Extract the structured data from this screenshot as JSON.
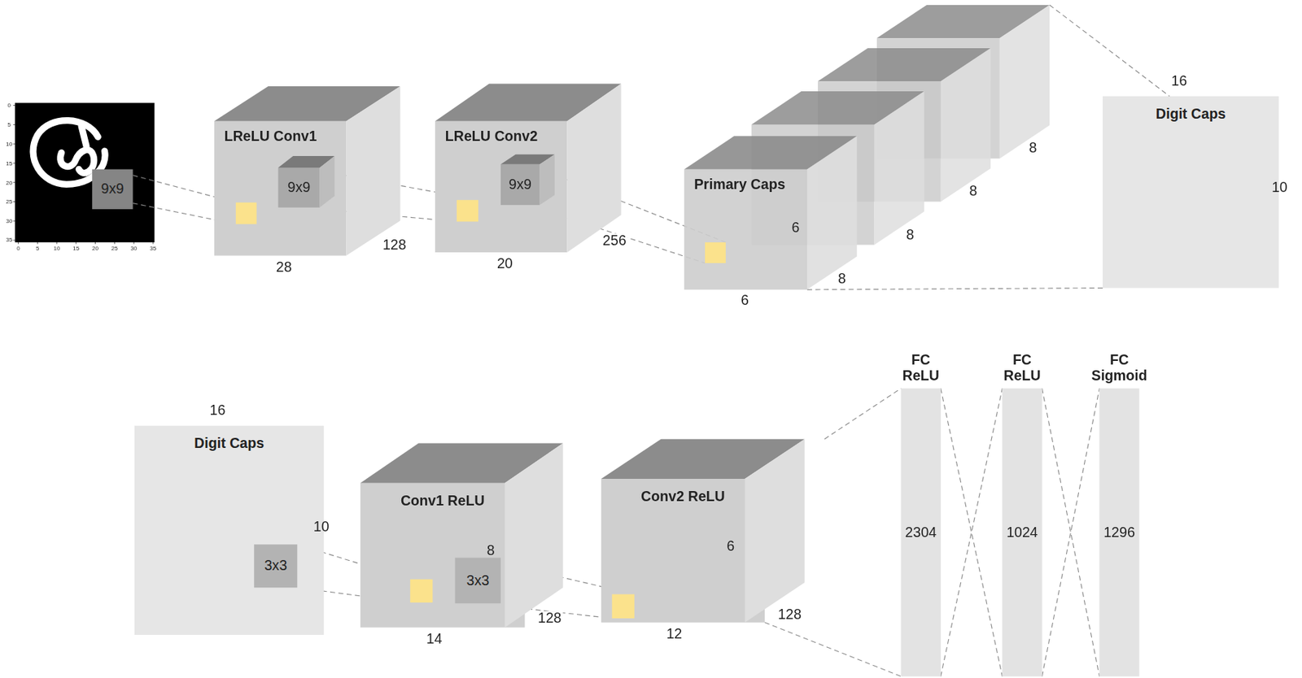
{
  "diagram": {
    "nodes": [
      {
        "text": [
          "9x9"
        ]
      },
      {
        "text": [
          "LReLU Conv1"
        ]
      },
      {
        "text": [
          "9x9"
        ],
        "in": 1
      },
      {
        "text": [
          "LReLU Conv2"
        ]
      },
      {
        "text": [
          "9x9"
        ],
        "in": 3
      },
      {
        "text": [
          "Primary Caps"
        ]
      },
      {
        "text": [
          "Digit Caps"
        ]
      },
      {
        "text": [
          "Digit Caps"
        ]
      },
      {
        "text": [
          "3x3"
        ],
        "in": 7
      },
      {
        "text": [
          "Conv1 ReLU"
        ]
      },
      {
        "text": [
          "3x3"
        ],
        "in": 9
      },
      {
        "text": [
          "Conv2 ReLU"
        ]
      },
      {
        "text": [
          "FC ReLU",
          "2304"
        ]
      },
      {
        "text": [
          "FC ReLU",
          "1024"
        ]
      },
      {
        "text": [
          "FC Sigmoid",
          "1296"
        ]
      }
    ],
    "edges": [
      {
        "from": 0,
        "to": 1,
        "arrow": "none"
      },
      {
        "from": 2,
        "to": 3,
        "arrow": "none"
      },
      {
        "from": 4,
        "to": 5,
        "arrow": "none"
      },
      {
        "from": 5,
        "to": 6,
        "arrow": "none"
      },
      {
        "from": 8,
        "to": 9,
        "arrow": "none"
      },
      {
        "from": 10,
        "to": 11,
        "arrow": "none"
      },
      {
        "from": 11,
        "to": 12,
        "arrow": "none"
      },
      {
        "from": 12,
        "to": 13,
        "arrow": "none"
      },
      {
        "from": 13,
        "to": 14,
        "arrow": "none"
      }
    ],
    "labels": [
      "0",
      "5",
      "10",
      "15",
      "20",
      "25",
      "30",
      "35",
      "0",
      "5",
      "10",
      "15",
      "20",
      "25",
      "30",
      "35",
      "28",
      "128",
      "20",
      "256",
      "6",
      "8",
      "6",
      "8",
      "8",
      "8",
      "16",
      "10",
      "16",
      "10",
      "8",
      "14",
      "128",
      "6",
      "12",
      "128"
    ]
  }
}
